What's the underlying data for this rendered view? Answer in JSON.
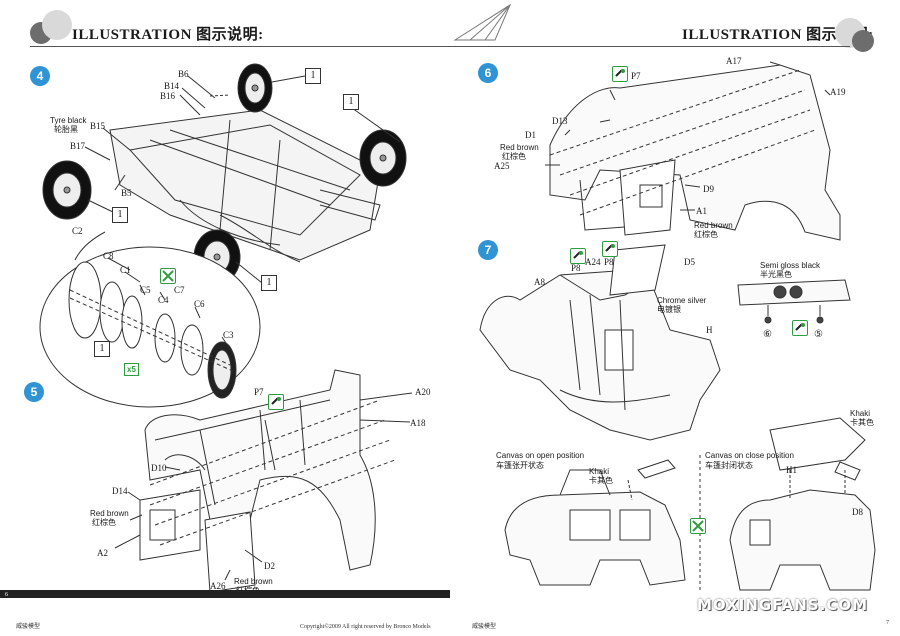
{
  "header": {
    "title_left": "ILLUSTRATION 图示说明:",
    "title_right": "ILLUSTRATION 图示说明:"
  },
  "steps": {
    "s4": "4",
    "s5": "5",
    "s6": "6",
    "s7": "7"
  },
  "step4": {
    "parts": [
      "B6",
      "B14",
      "B16",
      "B15",
      "B17",
      "B5",
      "C2",
      "C8",
      "C1",
      "C5",
      "C7",
      "C4",
      "C6",
      "C3"
    ],
    "tyre_en": "Tyre black",
    "tyre_cn": "轮胎黑",
    "box": "1",
    "multiplier": "x5"
  },
  "step5": {
    "parts": [
      "P7",
      "A20",
      "A18",
      "D10",
      "D14",
      "A2",
      "A26",
      "D2"
    ],
    "red_brown_en": "Red brown",
    "red_brown_cn": "红棕色"
  },
  "step6": {
    "parts": [
      "P7",
      "A17",
      "A19",
      "D13",
      "D1",
      "A25",
      "D9",
      "A1"
    ],
    "red_brown_en": "Red brown",
    "red_brown_cn": "红棕色"
  },
  "step7": {
    "parts": [
      "A24",
      "P8",
      "P8",
      "A8",
      "D5",
      "H",
      "H1",
      "D8"
    ],
    "semi_gloss_en": "Semi gloss black",
    "semi_gloss_cn": "半光黑色",
    "chrome_en": "Chrome silver",
    "chrome_cn": "电镀银",
    "open_en": "Canvas on open position",
    "open_cn": "车篷张开状态",
    "close_en": "Canvas on close position",
    "close_cn": "车篷封闭状态",
    "khaki_en": "Khaki",
    "khaki_cn": "卡其色",
    "num_6": "⑥",
    "num_5": "⑤"
  },
  "footer": {
    "left_page_num": "6",
    "left_brand": "威骏模型",
    "copyright_left": "Copyright©2009  All right reserved by Bronco Models",
    "right_brand": "威骏模型",
    "right_page_num": "7"
  },
  "watermark": "MOXINGFANS.COM"
}
